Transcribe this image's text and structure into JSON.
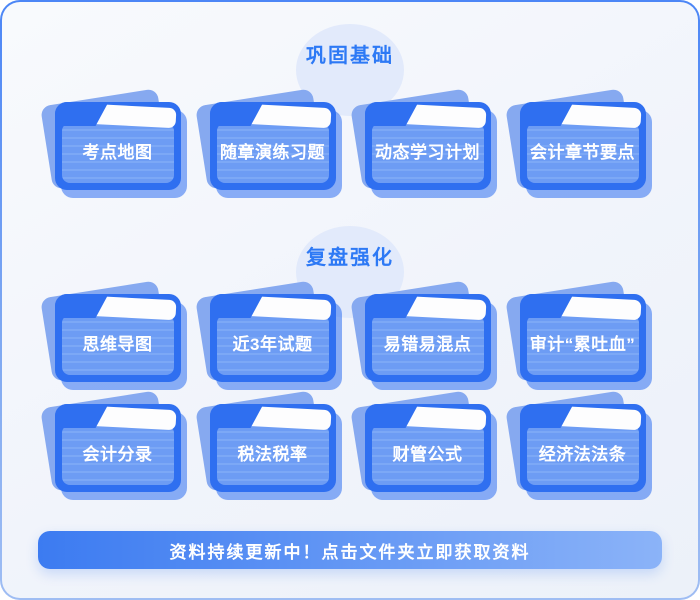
{
  "sections": [
    {
      "title": "巩固基础",
      "folders": [
        {
          "label": "考点地图"
        },
        {
          "label": "随章演练习题"
        },
        {
          "label": "动态学习计划"
        },
        {
          "label": "会计章节要点"
        }
      ]
    },
    {
      "title": "复盘强化",
      "folders": [
        {
          "label": "思维导图"
        },
        {
          "label": "近3年试题"
        },
        {
          "label": "易错易混点"
        },
        {
          "label": "审计“累吐血”"
        },
        {
          "label": "会计分录"
        },
        {
          "label": "税法税率"
        },
        {
          "label": "财管公式"
        },
        {
          "label": "经济法法条"
        }
      ]
    }
  ],
  "banner": {
    "text": "资料持续更新中！点击文件夹立即获取资料"
  },
  "colors": {
    "border-top": "#4c86f6",
    "page-bg": "#f1f4fb",
    "circle-bg": "#e2eafb",
    "title-text": "#2d79f5",
    "folder-frame": "#2f6ff0",
    "folder-back": "#86a9f0",
    "folder-panel": "#6d9cf4",
    "folder-panel-stripe": "#7ca8f6",
    "banner-start": "#3c7bf1",
    "banner-end": "#8bb3f8"
  }
}
